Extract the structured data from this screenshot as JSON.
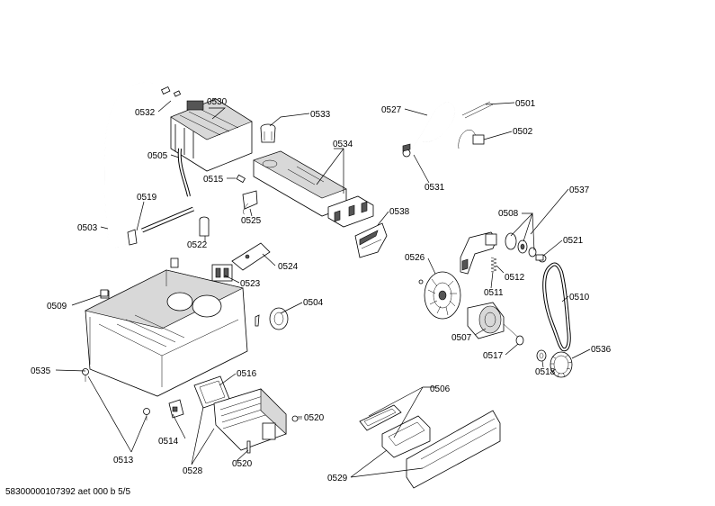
{
  "labels": {
    "p0501": "0501",
    "p0502": "0502",
    "p0503": "0503",
    "p0504": "0504",
    "p0505": "0505",
    "p0506": "0506",
    "p0507": "0507",
    "p0508": "0508",
    "p0509": "0509",
    "p0510": "0510",
    "p0511": "0511",
    "p0512": "0512",
    "p0513": "0513",
    "p0514": "0514",
    "p0515": "0515",
    "p0516": "0516",
    "p0517": "0517",
    "p0518": "0518",
    "p0519": "0519",
    "p0520a": "0520",
    "p0520b": "0520",
    "p0521": "0521",
    "p0522": "0522",
    "p0523": "0523",
    "p0524": "0524",
    "p0525": "0525",
    "p0526": "0526",
    "p0527": "0527",
    "p0528": "0528",
    "p0529": "0529",
    "p0530": "0530",
    "p0531": "0531",
    "p0532": "0532",
    "p0533": "0533",
    "p0534": "0534",
    "p0535": "0535",
    "p0536": "0536",
    "p0537": "0537",
    "p0538": "0538"
  },
  "footer": "58300000107392 aet 000 b 5/5"
}
